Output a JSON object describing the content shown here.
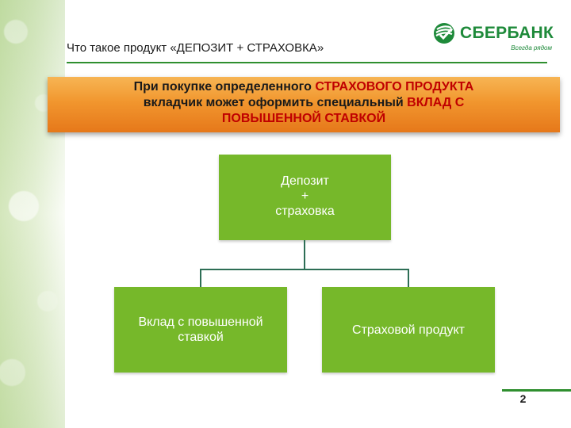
{
  "header": {
    "title": "Что такое продукт «ДЕПОЗИТ + СТРАХОВКА»",
    "logo_text": "СБЕРБАНК",
    "logo_slogan": "Всегда рядом",
    "logo_color": "#1e8a3a"
  },
  "banner": {
    "line1_plain": "При покупке определенного ",
    "line1_highlight": "СТРАХОВОГО ПРОДУКТА",
    "line2_plain": "вкладчик может оформить специальный ",
    "line2_highlight": "ВКЛАД С",
    "line3_highlight": "ПОВЫШЕННОЙ СТАВКОЙ",
    "highlight_color": "#c00000",
    "background_color": "#f1962e"
  },
  "diagram": {
    "root": {
      "line1": "Депозит",
      "line2": "+",
      "line3": "страховка"
    },
    "children": [
      {
        "label": "Вклад с повышенной ставкой"
      },
      {
        "label": "Страховой продукт"
      }
    ],
    "box_color": "#76b82a"
  },
  "footer": {
    "page_number": "2"
  }
}
